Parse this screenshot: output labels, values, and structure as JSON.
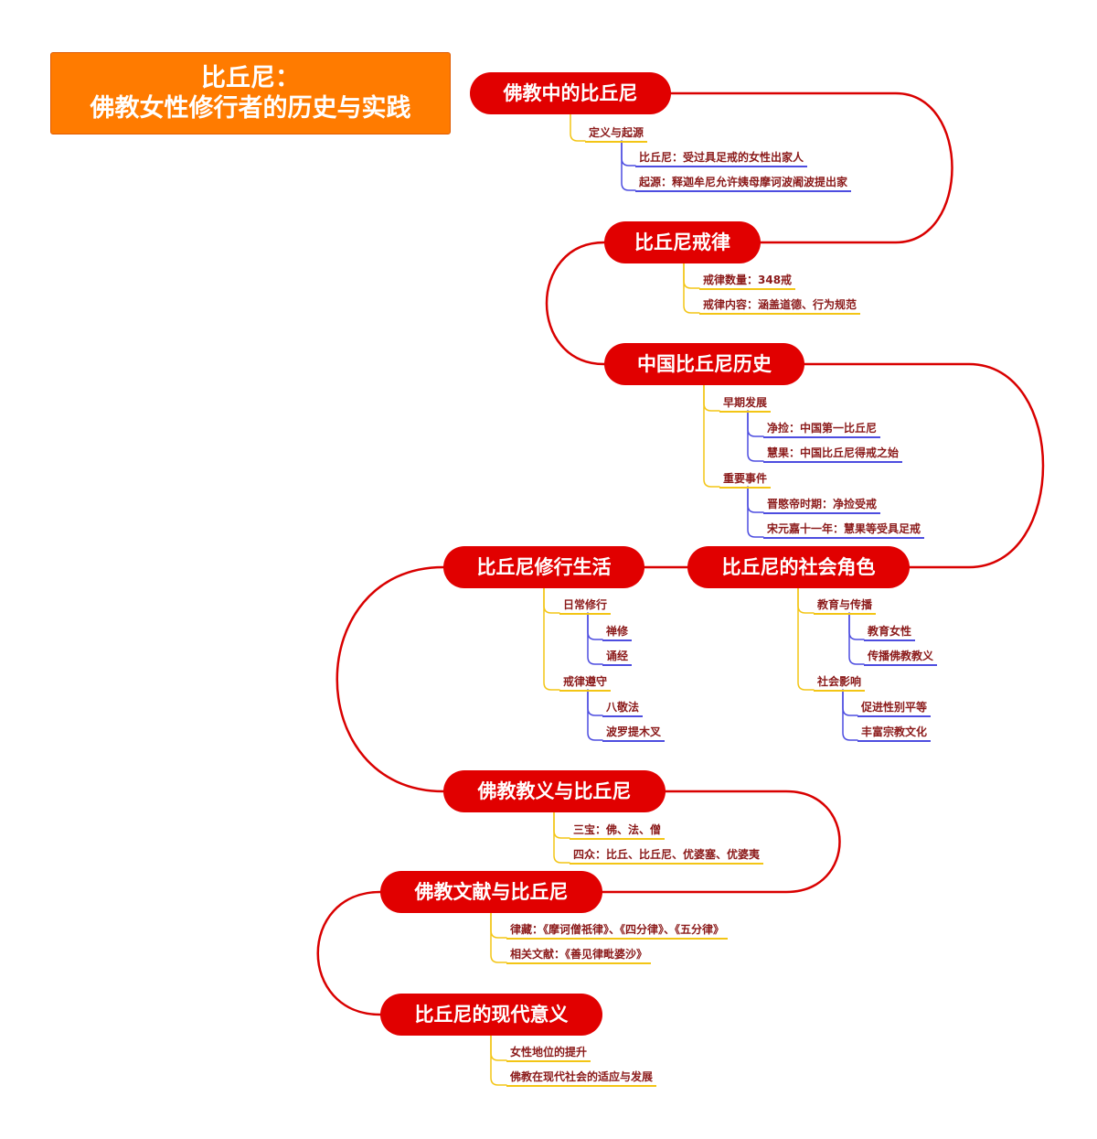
{
  "title": {
    "line1": "比丘尼：",
    "line2": "佛教女性修行者的历史与实践"
  },
  "colors": {
    "title_fill": "#ff7b00",
    "topic_fill": "#e10000",
    "connector": "#d90000",
    "level1_underline": "#f3c515",
    "level2_underline": "#4d4de0",
    "leaf_text": "#8b1a1a"
  },
  "topics": [
    {
      "label": "佛教中的比丘尼",
      "children": [
        {
          "label": "定义与起源",
          "children": [
            {
              "label": "比丘尼：受过具足戒的女性出家人"
            },
            {
              "label": "起源：释迦牟尼允许姨母摩诃波阇波提出家"
            }
          ]
        }
      ]
    },
    {
      "label": "比丘尼戒律",
      "children": [
        {
          "label": "戒律数量：348戒"
        },
        {
          "label": "戒律内容：涵盖道德、行为规范"
        }
      ]
    },
    {
      "label": "中国比丘尼历史",
      "children": [
        {
          "label": "早期发展",
          "children": [
            {
              "label": "净捡：中国第一比丘尼"
            },
            {
              "label": "慧果：中国比丘尼得戒之始"
            }
          ]
        },
        {
          "label": "重要事件",
          "children": [
            {
              "label": "晋愍帝时期：净捡受戒"
            },
            {
              "label": "宋元嘉十一年：慧果等受具足戒"
            }
          ]
        }
      ]
    },
    {
      "label": "比丘尼的社会角色",
      "children": [
        {
          "label": "教育与传播",
          "children": [
            {
              "label": "教育女性"
            },
            {
              "label": "传播佛教教义"
            }
          ]
        },
        {
          "label": "社会影响",
          "children": [
            {
              "label": "促进性别平等"
            },
            {
              "label": "丰富宗教文化"
            }
          ]
        }
      ]
    },
    {
      "label": "比丘尼修行生活",
      "children": [
        {
          "label": "日常修行",
          "children": [
            {
              "label": "禅修"
            },
            {
              "label": "诵经"
            }
          ]
        },
        {
          "label": "戒律遵守",
          "children": [
            {
              "label": "八敬法"
            },
            {
              "label": "波罗提木叉"
            }
          ]
        }
      ]
    },
    {
      "label": "佛教教义与比丘尼",
      "children": [
        {
          "label": "三宝：佛、法、僧"
        },
        {
          "label": "四众：比丘、比丘尼、优婆塞、优婆夷"
        }
      ]
    },
    {
      "label": "佛教文献与比丘尼",
      "children": [
        {
          "label": "律藏：《摩诃僧祇律》、《四分律》、《五分律》"
        },
        {
          "label": "相关文献：《善见律毗婆沙》"
        }
      ]
    },
    {
      "label": "比丘尼的现代意义",
      "children": [
        {
          "label": "女性地位的提升"
        },
        {
          "label": "佛教在现代社会的适应与发展"
        }
      ]
    }
  ]
}
